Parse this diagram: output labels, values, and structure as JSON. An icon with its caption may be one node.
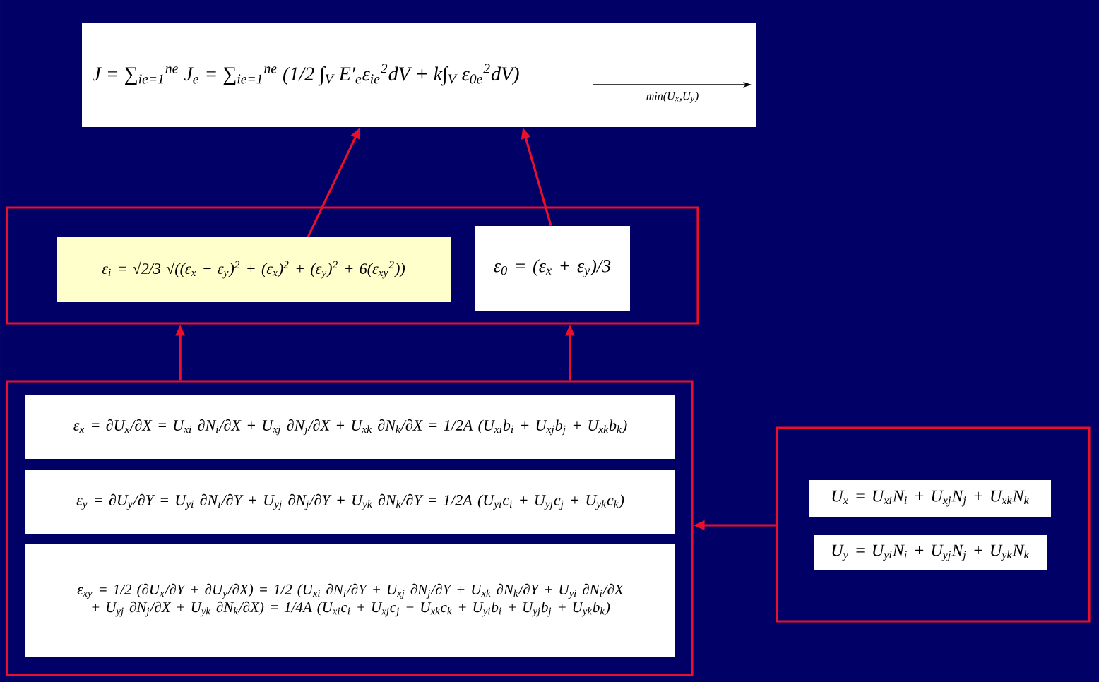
{
  "diagram": {
    "nodes": [
      {
        "text": [
          "J = ∑$_{ie=1}$$^{ne}$ J$_{e}$ = ∑$_{ie=1}$$^{ne}$ (1/2 ∫$_{V}$ E′$_{e}$ε$_{ie}$$^{2}$dV + k∫$_{V}$ ε$_{0e}$$^{2}$dV)",
          "min(U$_{x}$,U$_{y}$)"
        ]
      },
      {
        "text": [],
        "shape": "box"
      },
      {
        "text": [
          "ε$_{i}$ = √2/3 √((ε$_{x}$ − ε$_{y}$)$^{2}$ + (ε$_{x}$)$^{2}$ + (ε$_{y}$)$^{2}$ + 6(ε$_{xy}$$^{2}$))"
        ],
        "in": 1
      },
      {
        "text": [
          "ε$_{0}$ = (ε$_{x}$ + ε$_{y}$)/3"
        ],
        "in": 1
      },
      {
        "text": [],
        "shape": "box"
      },
      {
        "text": [
          "ε$_{x}$ = ∂U$_{x}$/∂X = U$_{xi}$ ∂N$_{i}$/∂X + U$_{xj}$ ∂N$_{j}$/∂X + U$_{xk}$ ∂N$_{k}$/∂X = 1/2A (U$_{xi}$b$_{i}$ + U$_{xj}$b$_{j}$ + U$_{xk}$b$_{k}$)"
        ],
        "in": 4
      },
      {
        "text": [
          "ε$_{y}$ = ∂U$_{y}$/∂Y = U$_{yi}$ ∂N$_{i}$/∂Y + U$_{yj}$ ∂N$_{j}$/∂Y + U$_{yk}$ ∂N$_{k}$/∂Y = 1/2A (U$_{yi}$c$_{i}$ + U$_{yj}$c$_{j}$ + U$_{yk}$c$_{k}$)"
        ],
        "in": 4
      },
      {
        "text": [
          "ε$_{xy}$ = 1/2 (∂U$_{x}$/∂Y + ∂U$_{y}$/∂X) = 1/2 (U$_{xi}$ ∂N$_{i}$/∂Y + U$_{xj}$ ∂N$_{j}$/∂Y + U$_{xk}$ ∂N$_{k}$/∂Y + U$_{yi}$ ∂N$_{i}$/∂X + U$_{yj}$ ∂N$_{j}$/∂X + U$_{yk}$ ∂N$_{k}$/∂X) = 1/4A (U$_{xi}$c$_{i}$ + U$_{xj}$c$_{j}$ + U$_{xk}$c$_{k}$ + U$_{yi}$b$_{i}$ + U$_{yj}$b$_{j}$ + U$_{yk}$b$_{k}$)"
        ],
        "in": 4
      },
      {
        "text": [],
        "shape": "box"
      },
      {
        "text": [
          "U$_{x}$ = U$_{xi}$N$_{i}$ + U$_{xj}$N$_{j}$ + U$_{xk}$N$_{k}$"
        ],
        "in": 8
      },
      {
        "text": [
          "U$_{y}$ = U$_{yi}$N$_{i}$ + U$_{yj}$N$_{j}$ + U$_{yk}$N$_{k}$"
        ],
        "in": 8
      }
    ],
    "edges": [
      {
        "from": 2,
        "to": 0,
        "arrow": "to"
      },
      {
        "from": 3,
        "to": 0,
        "arrow": "to"
      },
      {
        "from": 4,
        "to": 1,
        "arrow": "to"
      },
      {
        "from": 4,
        "to": 1,
        "arrow": "to"
      },
      {
        "from": 8,
        "to": 4,
        "arrow": "to"
      }
    ]
  }
}
